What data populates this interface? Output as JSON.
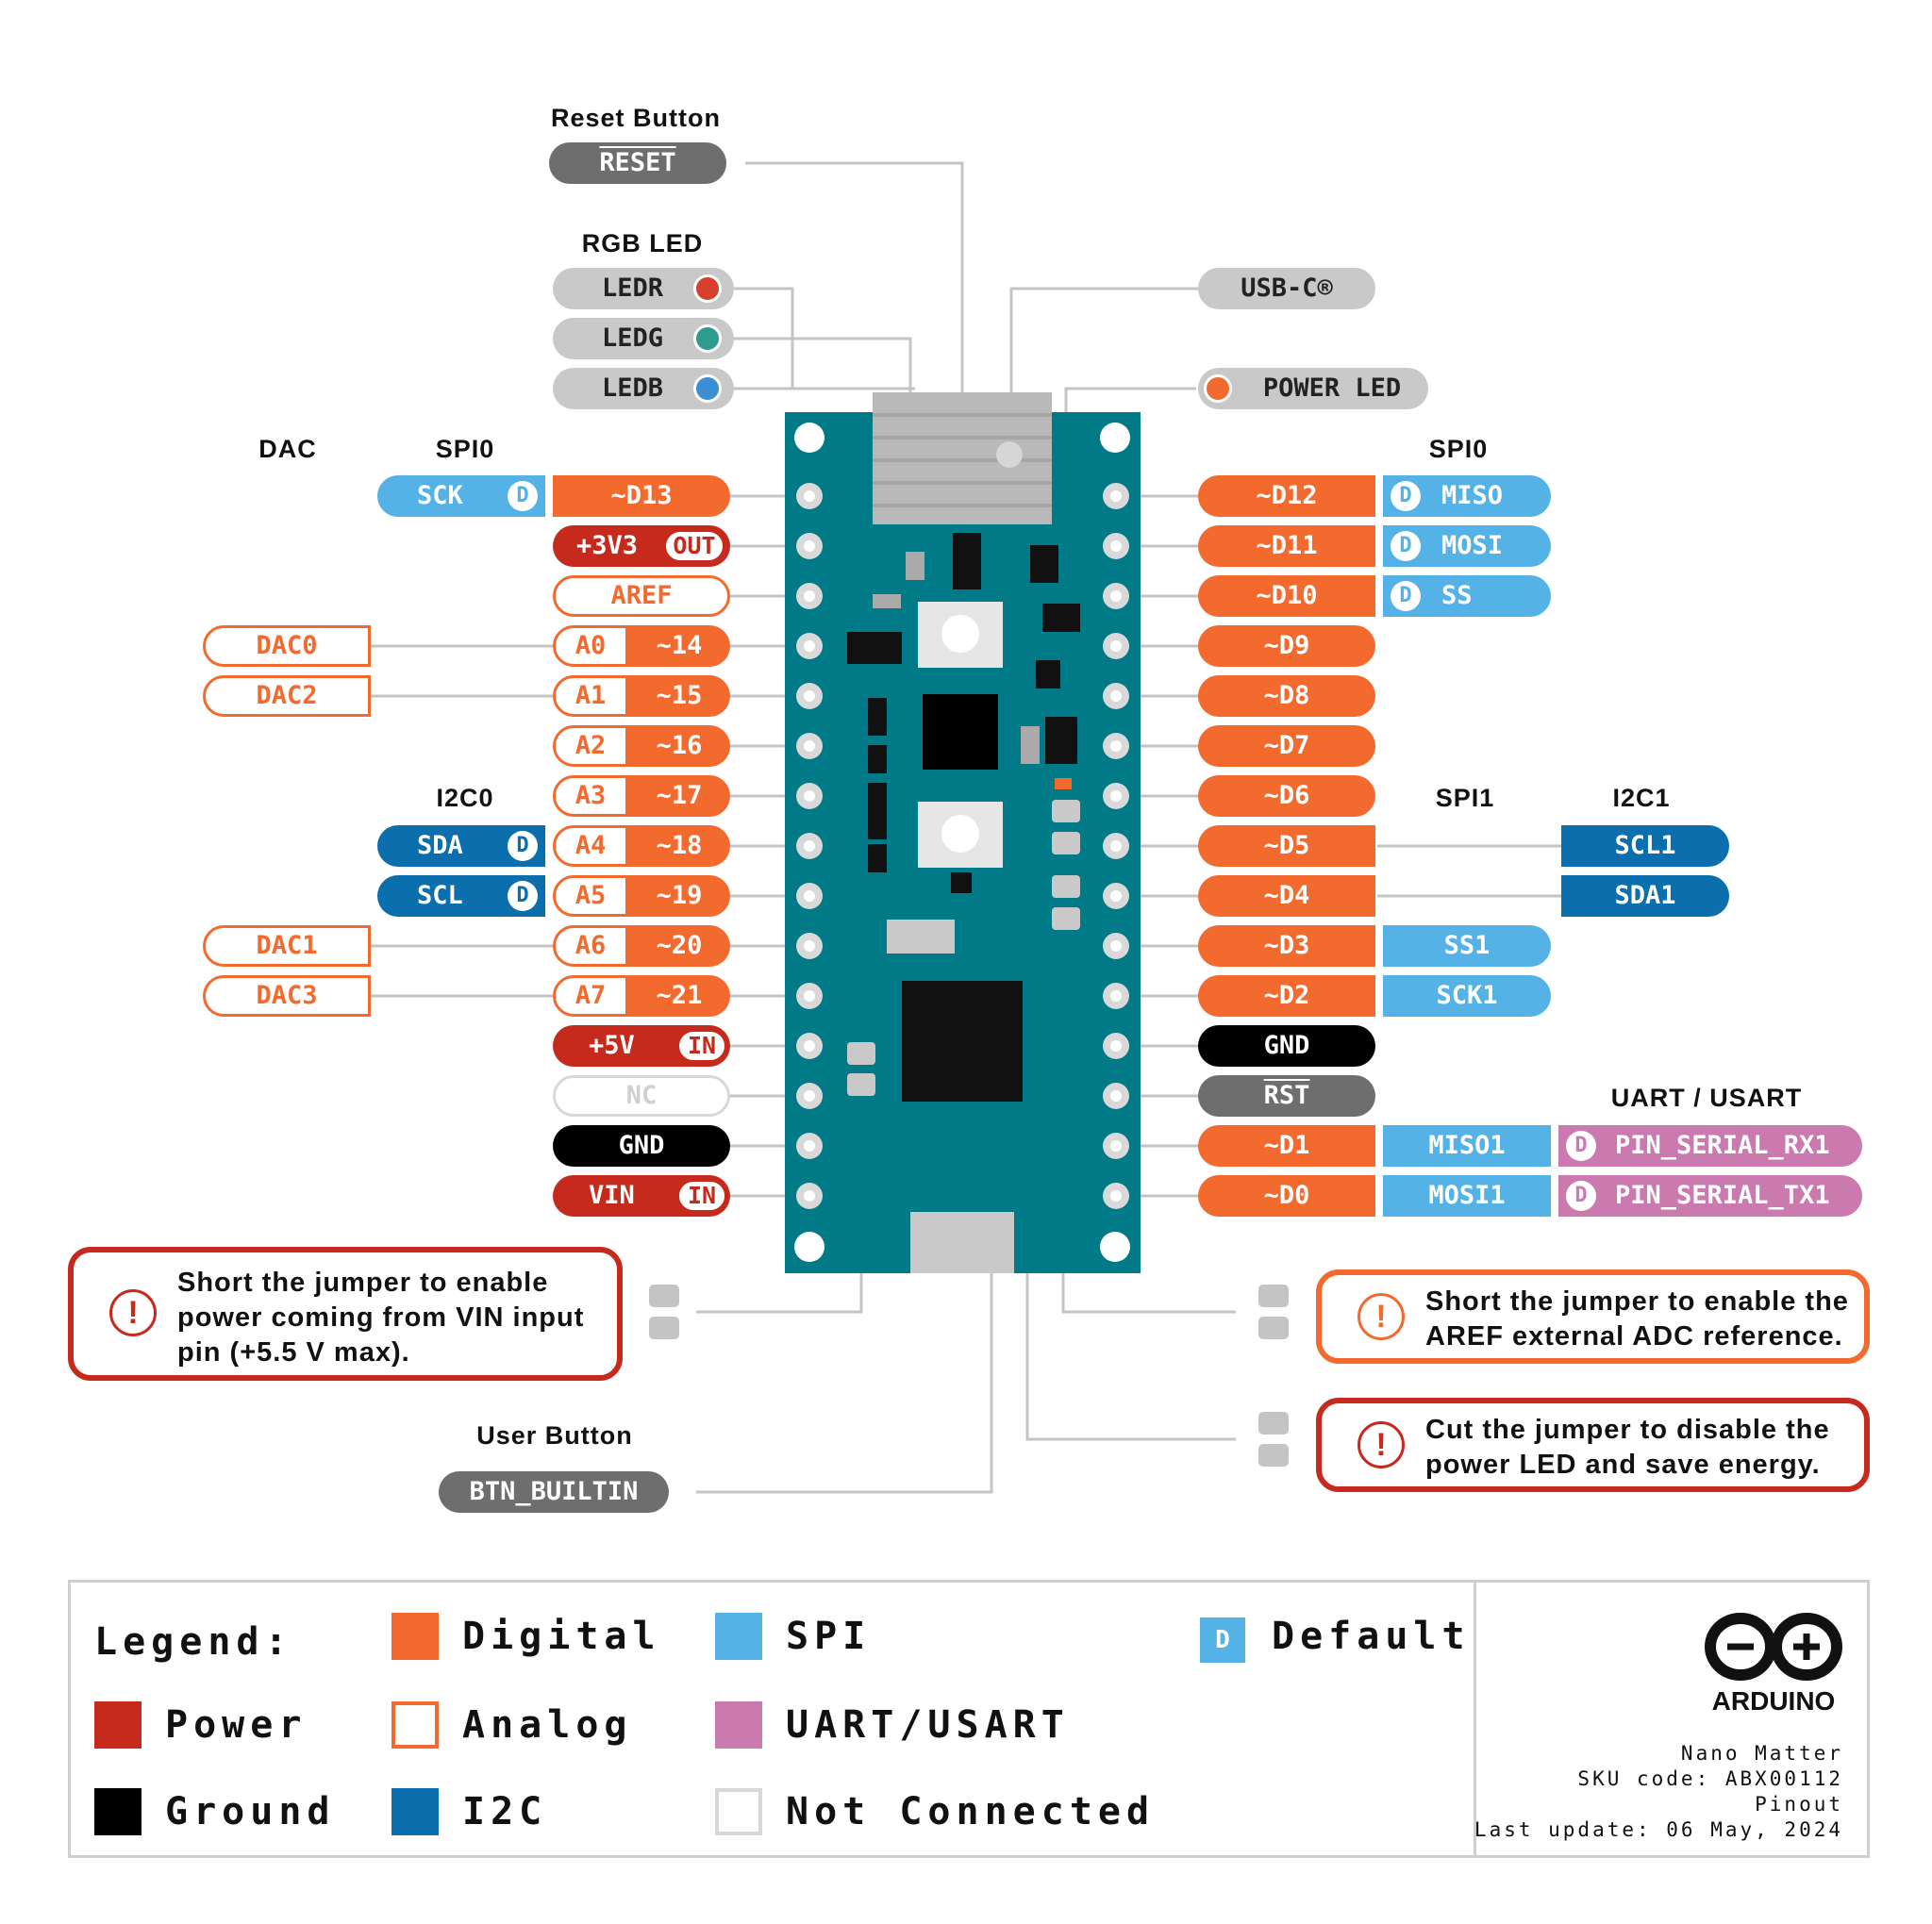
{
  "headers": {
    "reset_button": "Reset Button",
    "rgb_led": "RGB LED",
    "dac": "DAC",
    "spi0_left": "SPI0",
    "spi0_right": "SPI0",
    "i2c0": "I2C0",
    "spi1": "SPI1",
    "i2c1": "I2C1",
    "uart_usart": "UART / USART",
    "user_button": "User Button"
  },
  "top_labels": {
    "reset": "RESET",
    "ledr": "LEDR",
    "ledg": "LEDG",
    "ledb": "LEDB",
    "usb_c": "USB-C®",
    "power_led": "POWER LED",
    "btn_builtin": "BTN_BUILTIN"
  },
  "left_pins": {
    "d13": "~D13",
    "v3v3": "+3V3",
    "out": "OUT",
    "aref": "AREF",
    "a0": "A0",
    "p14": "~14",
    "a1": "A1",
    "p15": "~15",
    "a2": "A2",
    "p16": "~16",
    "a3": "A3",
    "p17": "~17",
    "a4": "A4",
    "p18": "~18",
    "a5": "A5",
    "p19": "~19",
    "a6": "A6",
    "p20": "~20",
    "a7": "A7",
    "p21": "~21",
    "v5": "+5V",
    "in1": "IN",
    "nc": "NC",
    "gnd": "GND",
    "vin": "VIN",
    "in2": "IN"
  },
  "left_alt": {
    "sck": "SCK",
    "sda": "SDA",
    "scl": "SCL",
    "dac0": "DAC0",
    "dac2": "DAC2",
    "dac1": "DAC1",
    "dac3": "DAC3",
    "default_badge": "D"
  },
  "right_pins": {
    "d12": "~D12",
    "d11": "~D11",
    "d10": "~D10",
    "d9": "~D9",
    "d8": "~D8",
    "d7": "~D7",
    "d6": "~D6",
    "d5": "~D5",
    "d4": "~D4",
    "d3": "~D3",
    "d2": "~D2",
    "gnd": "GND",
    "rst": "RST",
    "d1": "~D1",
    "d0": "~D0"
  },
  "right_alt": {
    "miso": "MISO",
    "mosi": "MOSI",
    "ss": "SS",
    "scl1": "SCL1",
    "sda1": "SDA1",
    "ss1": "SS1",
    "sck1": "SCK1",
    "miso1": "MISO1",
    "mosi1": "MOSI1",
    "rx1": "PIN_SERIAL_RX1",
    "tx1": "PIN_SERIAL_TX1"
  },
  "notes": {
    "vin_jumper": [
      "Short the jumper to enable",
      "power coming from VIN input",
      "pin (+5.5 V max)."
    ],
    "aref_jumper": [
      "Short the jumper to enable the",
      "AREF external ADC reference."
    ],
    "led_jumper": [
      "Cut the jumper to disable the",
      "power LED and save energy."
    ],
    "icon": "!"
  },
  "legend": {
    "title": "Legend:",
    "power": "Power",
    "ground": "Ground",
    "digital": "Digital",
    "analog": "Analog",
    "i2c": "I2C",
    "spi": "SPI",
    "uart": "UART/USART",
    "not_connected": "Not Connected",
    "default": "Default",
    "default_badge": "D"
  },
  "product": {
    "brand": "ARDUINO",
    "name": "Nano Matter",
    "sku": "SKU code: ABX00112",
    "doc": "Pinout",
    "updated": "Last update: 06 May, 2024"
  },
  "colors": {
    "digital": "#f26a2e",
    "power": "#c62a1c",
    "spi": "#55b2e6",
    "i2c": "#0b6fae",
    "uart": "#cb7ab0",
    "ground": "#000000",
    "board": "#007a86",
    "led_red": "#d8402e",
    "led_green": "#2f9a8e",
    "led_blue": "#3a8fd4",
    "power_led": "#f26a2e"
  }
}
